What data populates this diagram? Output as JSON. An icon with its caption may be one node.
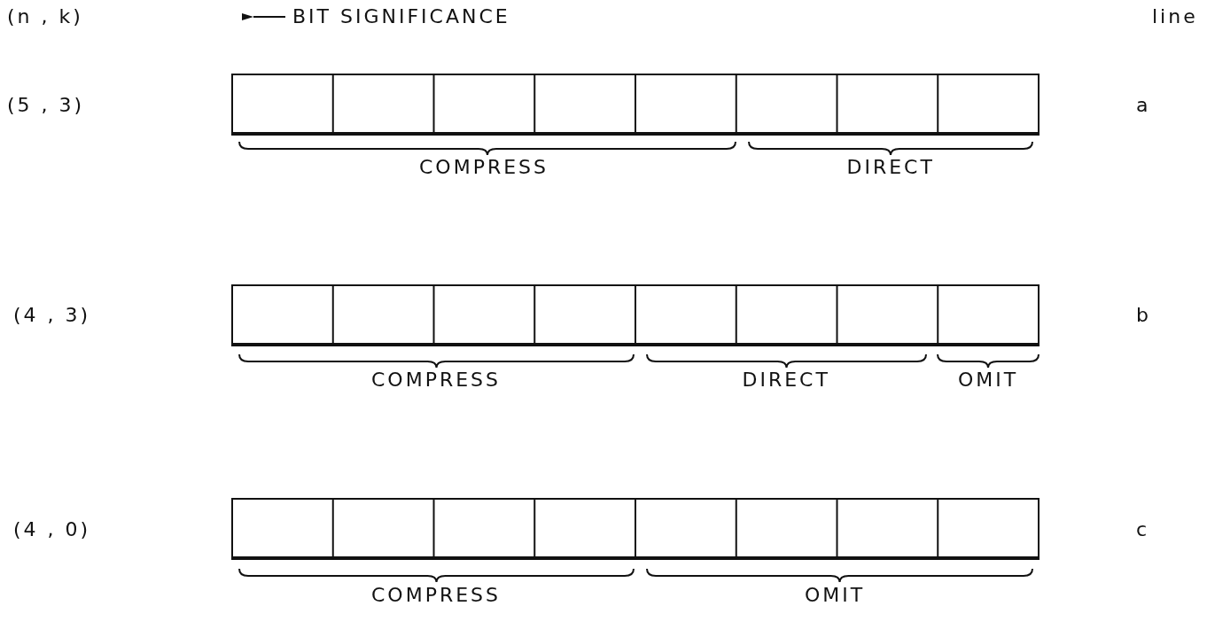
{
  "diagram": {
    "labels": [
      "(n , k)",
      "BIT SIGNIFICANCE",
      "line",
      "(5 , 3)",
      "a",
      "COMPRESS",
      "DIRECT",
      "(4 , 3)",
      "b",
      "COMPRESS",
      "DIRECT",
      "OMIT",
      "(4 , 0)",
      "c",
      "COMPRESS",
      "OMIT"
    ]
  }
}
